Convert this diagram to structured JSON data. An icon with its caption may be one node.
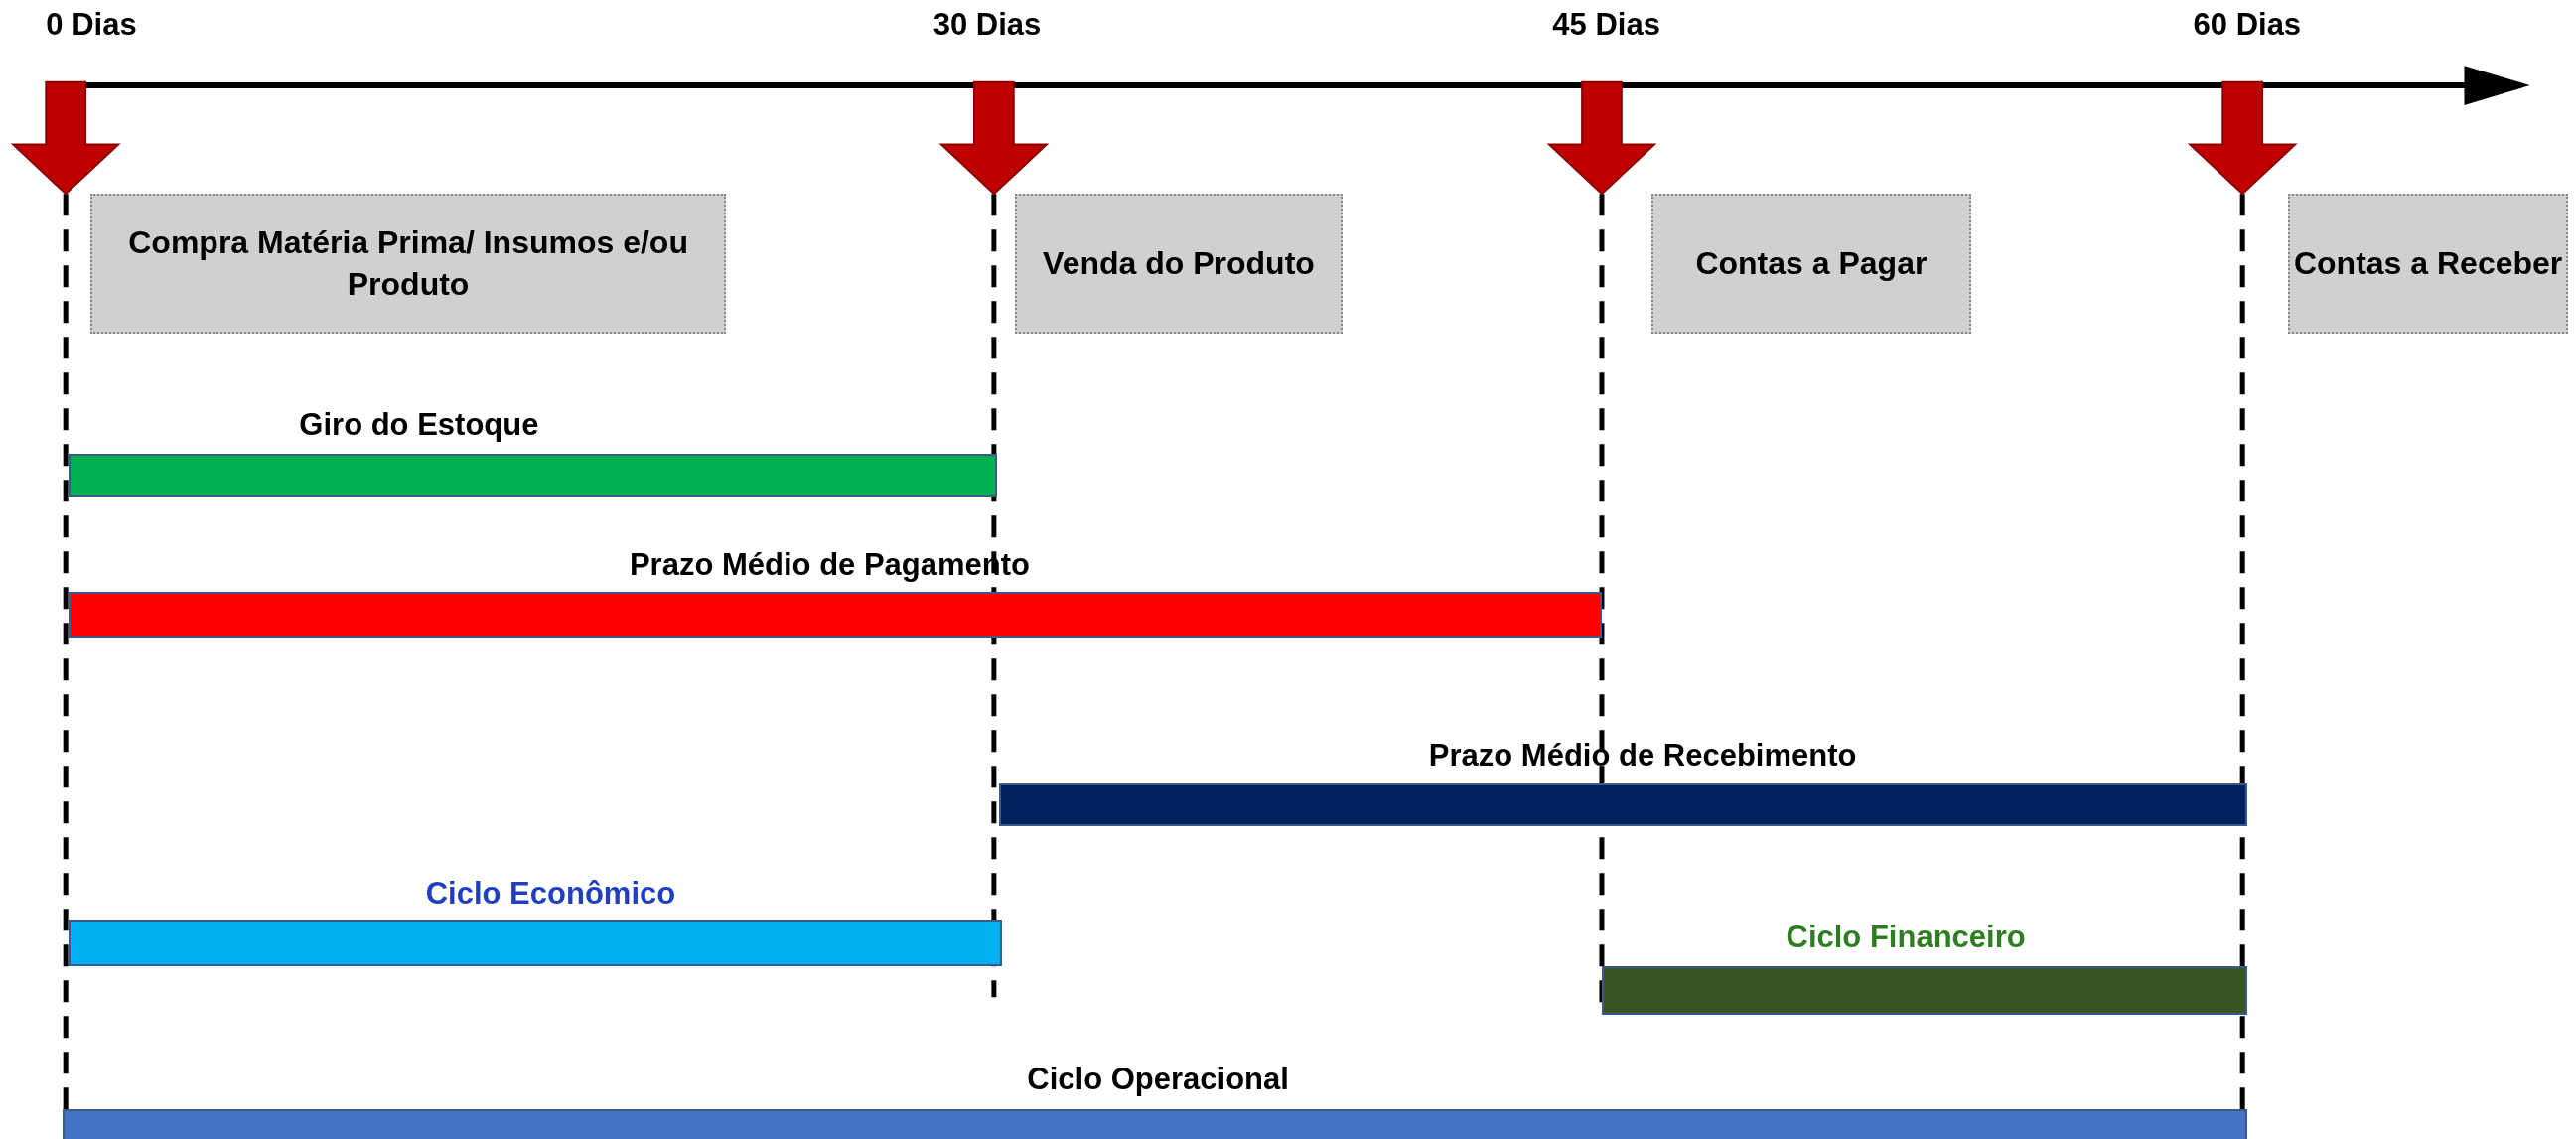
{
  "diagram": {
    "nodes": [
      {
        "text": [
          "Compra Matéria Prima/ Insumos e/ou Produto"
        ]
      },
      {
        "text": [
          "Venda do Produto"
        ]
      },
      {
        "text": [
          "Contas a Pagar"
        ]
      },
      {
        "text": [
          "Contas a Receber"
        ]
      },
      {
        "text": [
          "Giro do Estoque"
        ]
      },
      {
        "text": [
          "Prazo Médio de Pagamento"
        ]
      },
      {
        "text": [
          "Prazo Médio de Recebimento"
        ]
      },
      {
        "text": [
          "Ciclo Econômico"
        ]
      },
      {
        "text": [
          "Ciclo Financeiro"
        ]
      },
      {
        "text": [
          "Ciclo Operacional"
        ]
      }
    ],
    "labels": [
      "0 Dias",
      "30 Dias",
      "45 Dias",
      "60 Dias"
    ]
  }
}
